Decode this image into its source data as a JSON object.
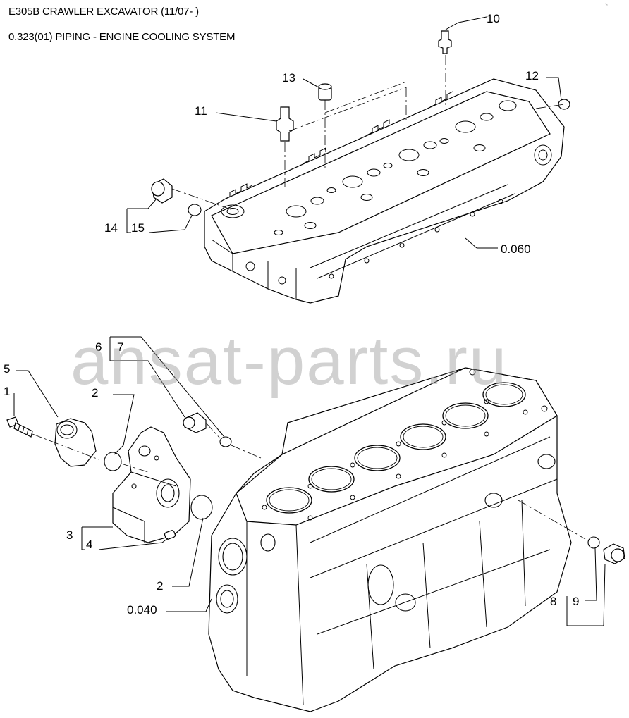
{
  "header": {
    "title": "E305B CRAWLER EXCAVATOR (11/07- )",
    "subtitle": "0.323(01) PIPING - ENGINE COOLING SYSTEM"
  },
  "watermark": "ansat-parts.ru",
  "callouts": {
    "c1": "1",
    "c2a": "2",
    "c2b": "2",
    "c3": "3",
    "c4": "4",
    "c5": "5",
    "c6": "6",
    "c7": "7",
    "c8": "8",
    "c9": "9",
    "c10": "10",
    "c11": "11",
    "c12": "12",
    "c13": "13",
    "c14": "14",
    "c15": "15",
    "ref_head": "0.060",
    "ref_block": "0.040"
  }
}
